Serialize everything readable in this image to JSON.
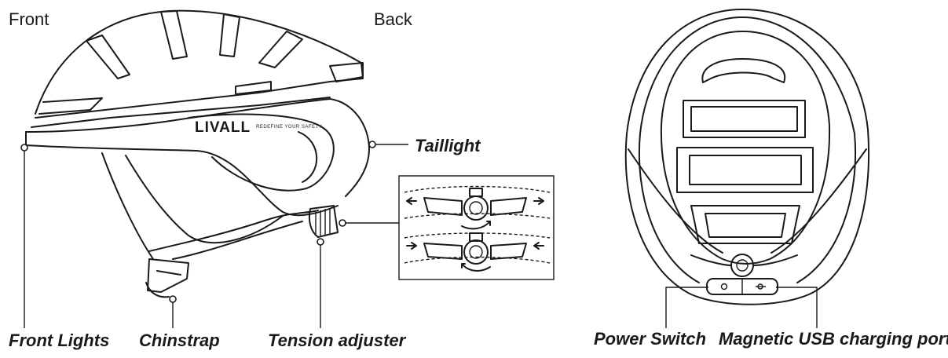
{
  "orientation": {
    "front": "Front",
    "back": "Back"
  },
  "brand": {
    "logo": "LIVALL",
    "tagline": "REDEFINE YOUR SAFETY"
  },
  "labels": {
    "taillight": "Taillight",
    "front_lights": "Front Lights",
    "chinstrap": "Chinstrap",
    "tension_adjuster": "Tension adjuster",
    "power_switch": "Power Switch",
    "usb_port": "Magnetic USB charging port"
  }
}
